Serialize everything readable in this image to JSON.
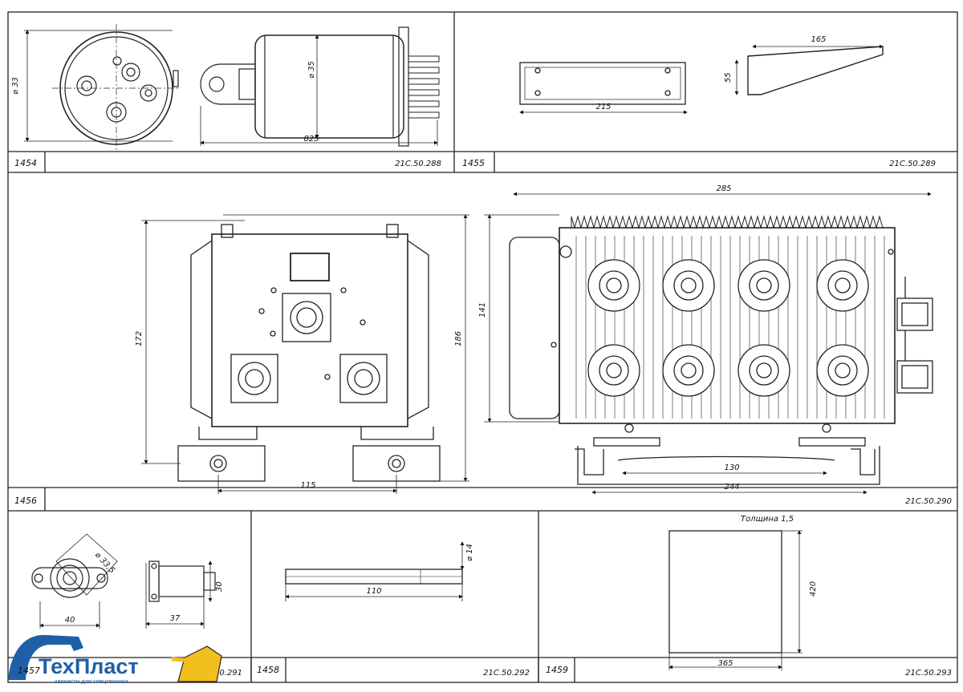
{
  "cells": [
    {
      "number": "1454",
      "code": "21С.50.288",
      "dims": [
        "⌀ 33",
        "⌀ 35",
        "825"
      ]
    },
    {
      "number": "1455",
      "code": "21С.50.289",
      "dims": [
        "215",
        "165",
        "55"
      ]
    },
    {
      "number": "1456",
      "code": "",
      "dims": [
        "172",
        "186",
        "115"
      ]
    },
    {
      "number": "",
      "code": "21С.50.290",
      "dims": [
        "285",
        "141",
        "130",
        "244"
      ]
    },
    {
      "number": "1457",
      "code": "21С.50.291",
      "dims": [
        "⌀ 33,5",
        "40",
        "37",
        "30"
      ]
    },
    {
      "number": "1458",
      "code": "21С.50.292",
      "dims": [
        "⌀ 14",
        "110"
      ]
    },
    {
      "number": "1459",
      "code": "21С.50.293",
      "note": "Толщина 1,5",
      "dims": [
        "420",
        "365"
      ]
    }
  ],
  "logo": {
    "name": "ТехПласт",
    "tagline": "запчасти для спецтехники"
  },
  "icons": [
    "relay-drawing",
    "bracket-drawing",
    "control-box-drawing",
    "heatsink-drawing",
    "connector-drawing",
    "rod-drawing",
    "plate-drawing",
    "excavator-logo-icon"
  ]
}
